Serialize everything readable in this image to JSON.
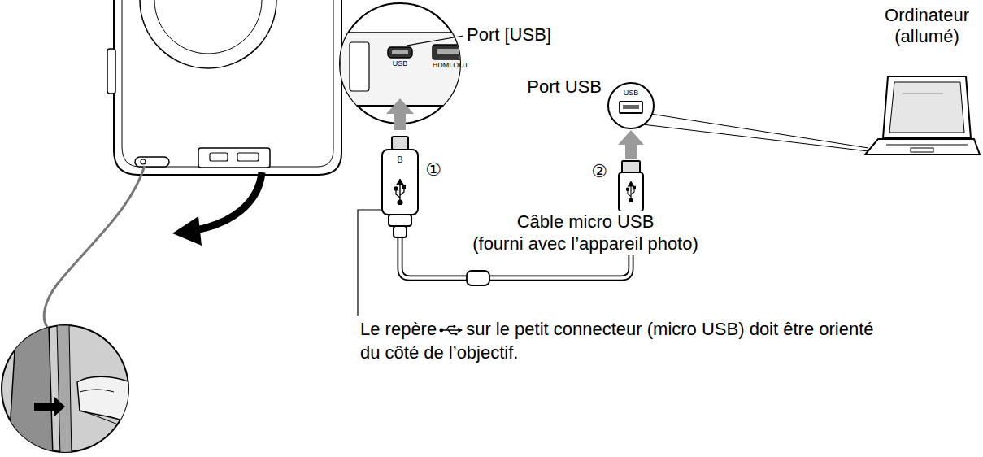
{
  "diagram": {
    "labels": [
      "Ordinateur (allumé)",
      "Port [USB]",
      "USB",
      "HDMI OUT",
      "Port USB",
      "USB",
      "①",
      "B",
      "②",
      "Câble micro USB",
      "(fourni avec l’appareil photo)",
      "Le repère",
      "sur le petit connecteur (micro USB) doit être orienté du côté de l’objectif."
    ]
  }
}
